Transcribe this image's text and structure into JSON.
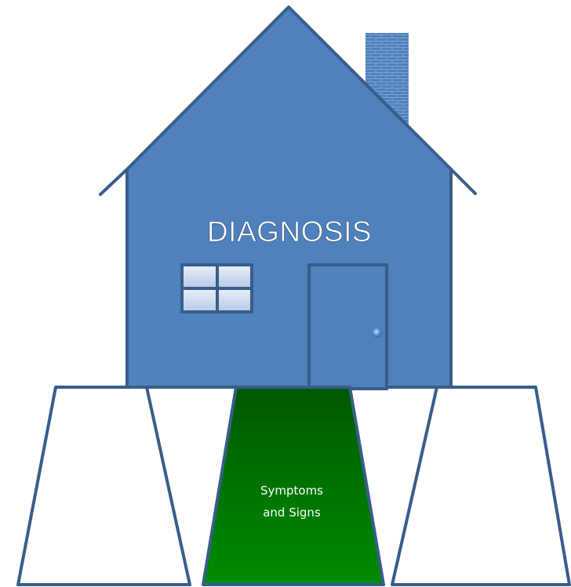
{
  "house": {
    "title": "DIAGNOSIS"
  },
  "pillars": {
    "center_label_line1": "Symptoms",
    "center_label_line2": "and Signs"
  },
  "colors": {
    "house_fill": "#4f81bd",
    "outline": "#385d8a",
    "chimney": "#4f81bd",
    "window_pane": "#cfdcf0",
    "path_green_top": "#006000",
    "path_green_bottom": "#008a00",
    "pillar_fill": "#ffffff"
  }
}
